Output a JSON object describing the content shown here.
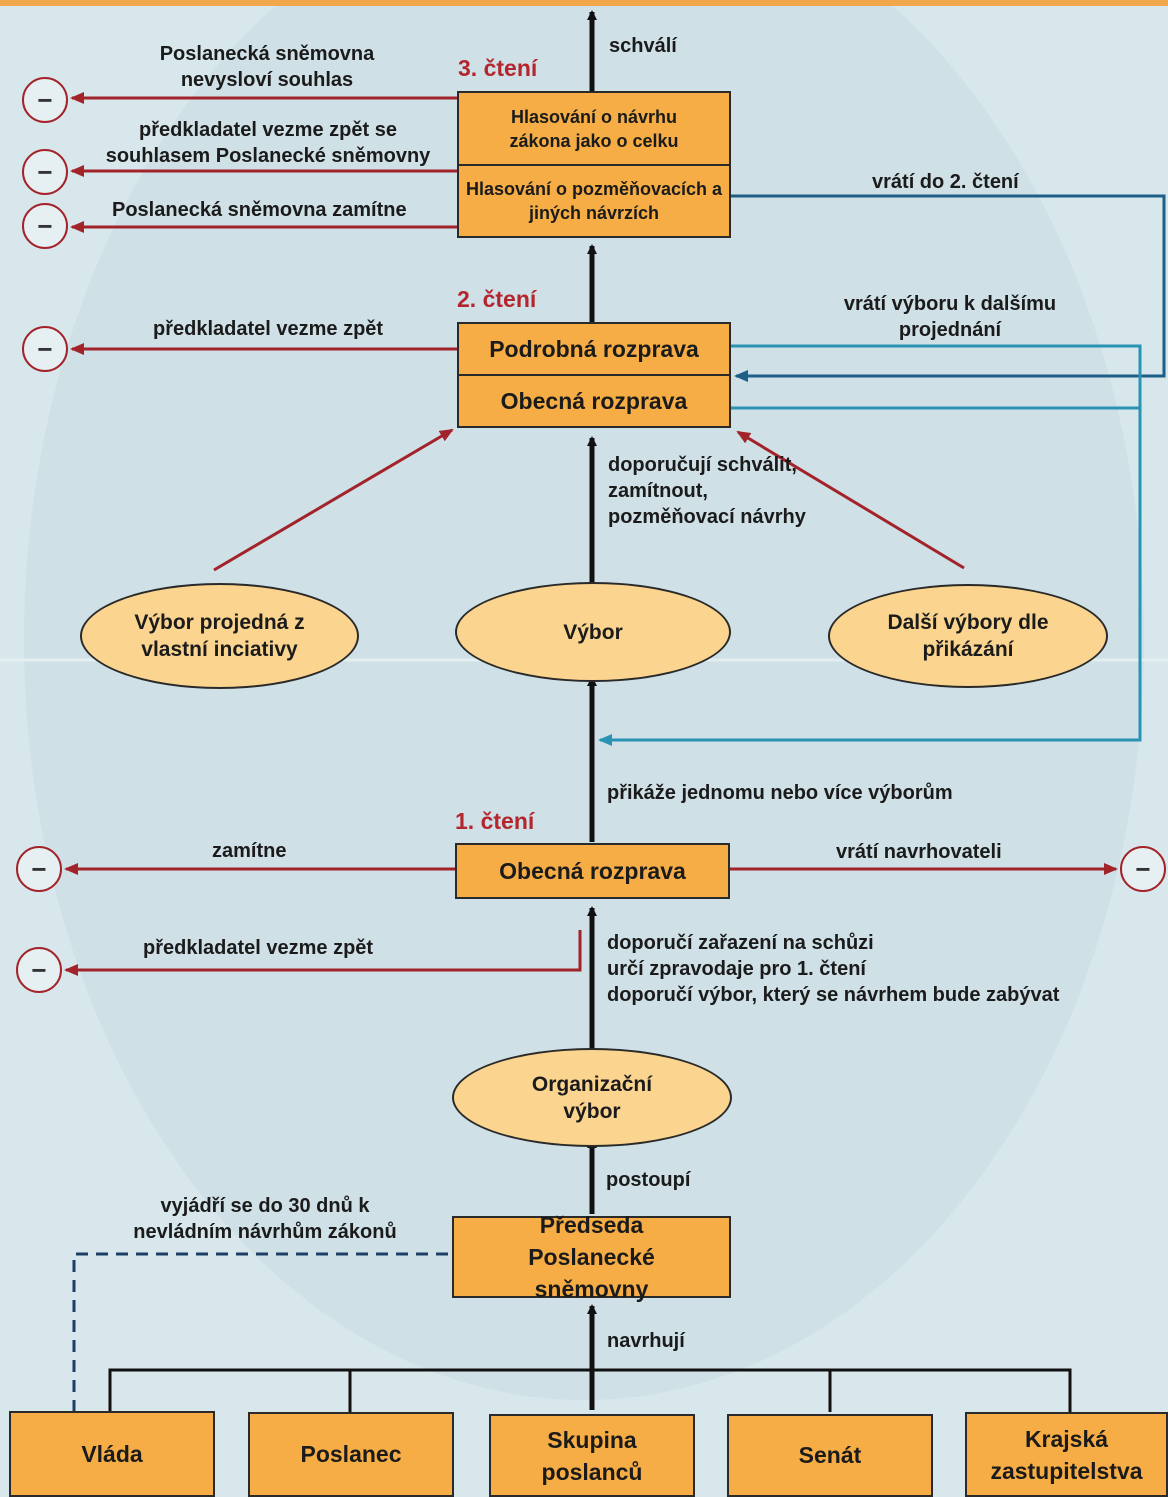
{
  "stages": {
    "third": "3. čtení",
    "second": "2. čtení",
    "first": "1. čtení"
  },
  "boxes": {
    "vote_whole": "Hlasování o návrhu zákona jako o celku",
    "vote_amendments": "Hlasování o pozměňovacích a jiných návrzích",
    "detailed_debate": "Podrobná rozprava",
    "general_debate_2": "Obecná rozprava",
    "general_debate_1": "Obecná rozprava",
    "speaker": "Předseda Poslanecké sněmovny"
  },
  "ovals": {
    "committee_own": "Výbor projedná z vlastní inciativy",
    "committee": "Výbor",
    "other_committees": "Další výbory dle přikázání",
    "organizing_committee": "Organizační výbor"
  },
  "proposers": [
    "Vláda",
    "Poslanec",
    "Skupina poslanců",
    "Senát",
    "Krajská zastupitelstva"
  ],
  "labels": {
    "approves": "schválí",
    "no_consent": "Poslanecká sněmovna nevysloví souhlas",
    "withdraw_consent": "předkladatel vezme zpět se souhlasem Poslanecké sněmovny",
    "house_rejects": "Poslanecká sněmovna zamítne",
    "return_to_2nd": "vrátí do 2. čtení",
    "withdraw_2": "předkladatel vezme zpět",
    "return_committee": "vrátí výboru k dalšímu projednání",
    "recommend": "doporučují schválit, zamítnout, pozměňovací návrhy",
    "assign": "přikáže jednomu nebo více výborům",
    "reject": "zamítne",
    "return_proposer": "vrátí navrhovateli",
    "withdraw_1": "předkladatel vezme zpět",
    "org_recommend_1": "doporučí zařazení na schůzi",
    "org_recommend_2": "určí zpravodaje pro 1. čtení",
    "org_recommend_3": "doporučí výbor, který se návrhem bude zabývat",
    "forwards": "postoupí",
    "within_30": "vyjádří se do 30 dnů k nevládním návrhům zákonů",
    "propose": "navrhují"
  },
  "rejected_symbol": "−",
  "colors": {
    "box": "#f6ad45",
    "oval": "#fbd58f",
    "red_arrow": "#a3232b",
    "blue_arrow": "#1d5f86",
    "cyan_arrow": "#2a93b4",
    "stage_text": "#b3262e"
  }
}
